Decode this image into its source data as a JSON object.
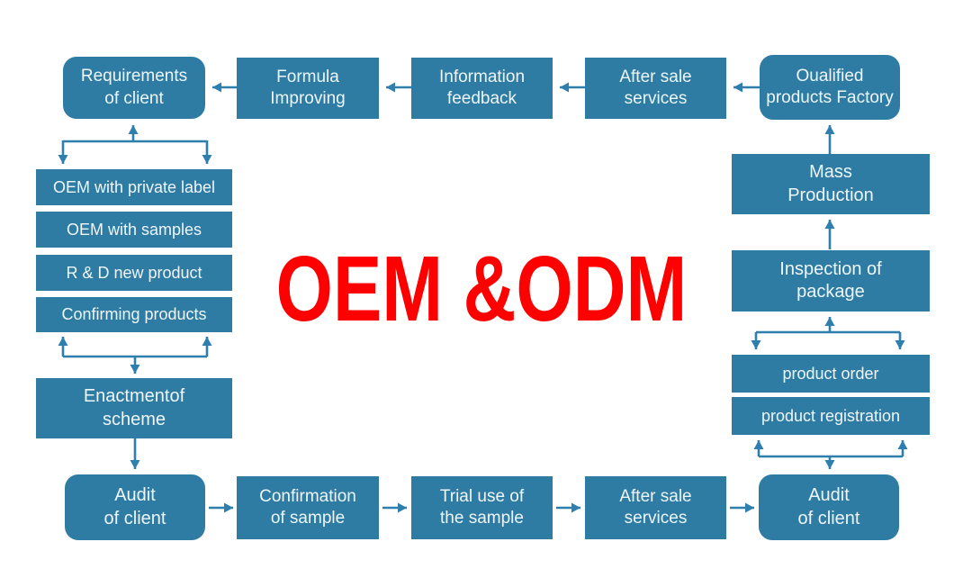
{
  "title": "OEM &ODM",
  "colors": {
    "box_fill": "#2e7ca4",
    "arrow": "#2e7fad",
    "title": "#fe0000",
    "box_text": "#eef6f9",
    "background": "#ffffff"
  },
  "nodes": {
    "requirements_of_client": "Requirements\nof client",
    "formula_improving": "Formula\nImproving",
    "information_feedback": "Information\nfeedback",
    "after_sale_services_top": "After sale\nservices",
    "qualified_products_factory": "Oualified\nproducts Factory",
    "oem_private_label": "OEM with private label",
    "oem_with_samples": "OEM with samples",
    "rd_new_product": "R & D new product",
    "confirming_products": "Confirming products",
    "enactment_of_scheme": "Enactmentof\nscheme",
    "audit_of_client_left": "Audit\nof client",
    "confirmation_of_sample": "Confirmation\nof sample",
    "trial_use_of_sample": "Trial use of\nthe sample",
    "after_sale_services_bottom": "After sale\nservices",
    "audit_of_client_right": "Audit\nof client",
    "mass_production": "Mass\nProduction",
    "inspection_of_package": "Inspection of\npackage",
    "product_order": "product order",
    "product_registration": "product registration"
  }
}
